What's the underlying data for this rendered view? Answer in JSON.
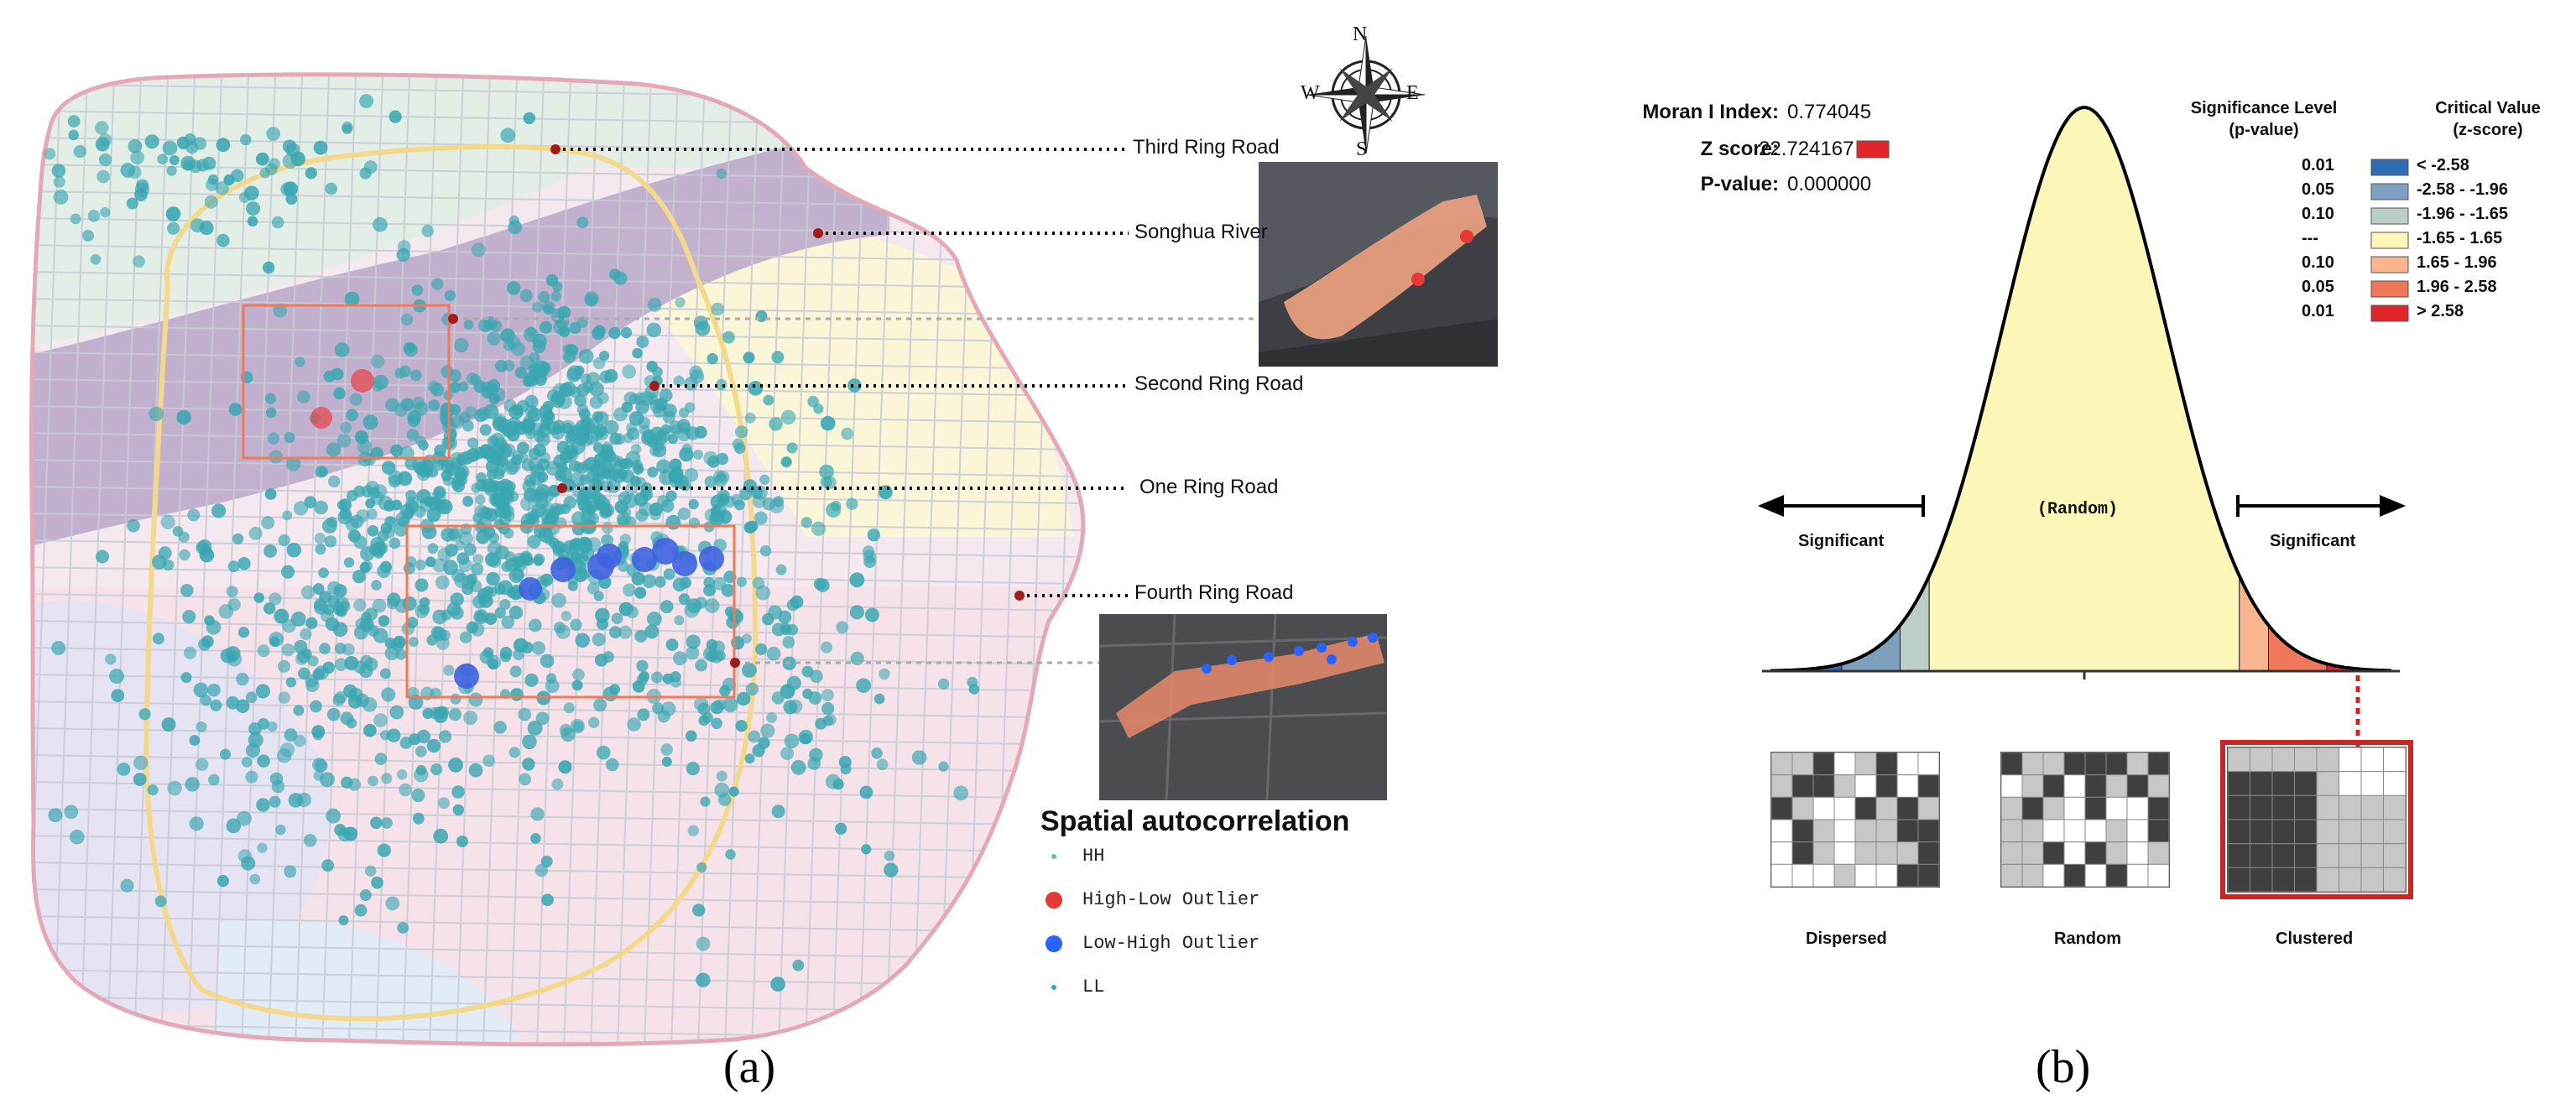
{
  "panel_a": {
    "caption": "(a)",
    "compass": {
      "n": "N",
      "s": "S",
      "e": "E",
      "w": "W"
    },
    "road_labels": {
      "third_ring": "Third Ring Road",
      "songhua": "Songhua River",
      "second_ring": "Second Ring Road",
      "one_ring": "One Ring Road",
      "fourth_ring": "Fourth Ring Road"
    },
    "legend": {
      "title": "Spatial autocorrelation",
      "items": [
        {
          "label": "HH",
          "color": "#5bc0c8"
        },
        {
          "label": "High-Low Outlier",
          "color": "#e53935"
        },
        {
          "label": "Low-High Outlier",
          "color": "#2962ff"
        },
        {
          "label": "LL",
          "color": "#3aa6b1"
        }
      ]
    },
    "colors": {
      "teal_points": "#3aa6b1",
      "high_low": "#e5474f",
      "low_high": "#3d63e0",
      "highlight_box": "#f07a55",
      "river": "#b9a6c9"
    }
  },
  "panel_b": {
    "caption": "(b)",
    "stats": {
      "moran_label": "Moran I Index:",
      "moran_value": "0.774045",
      "z_label": "Z score:",
      "z_value": "22.724167",
      "p_label": "P-value:",
      "p_value": "0.000000"
    },
    "table_headers": {
      "sig_line1": "Significance Level",
      "sig_line2": "(p-value)",
      "crit_line1": "Critical Value",
      "crit_line2": "(z-score)"
    },
    "table_rows": [
      {
        "p": "0.01",
        "z": "< -2.58",
        "color": "#2e6db4"
      },
      {
        "p": "0.05",
        "z": "-2.58 - -1.96",
        "color": "#7f9fbe"
      },
      {
        "p": "0.10",
        "z": "-1.96 - -1.65",
        "color": "#bccfc6"
      },
      {
        "p": "---",
        "z": "-1.65 - 1.65",
        "color": "#fbf7b8"
      },
      {
        "p": "0.10",
        "z": "1.65 - 1.96",
        "color": "#f8b58e"
      },
      {
        "p": "0.05",
        "z": "1.96 - 2.58",
        "color": "#f0785a"
      },
      {
        "p": "0.01",
        "z": "> 2.58",
        "color": "#e0262b"
      }
    ],
    "curve_labels": {
      "random": "(Random)",
      "sig_left": "Significant",
      "sig_right": "Significant"
    },
    "pattern_labels": {
      "dispersed": "Dispersed",
      "random": "Random",
      "clustered": "Clustered"
    },
    "z_score_box_color": "#e0262b"
  }
}
